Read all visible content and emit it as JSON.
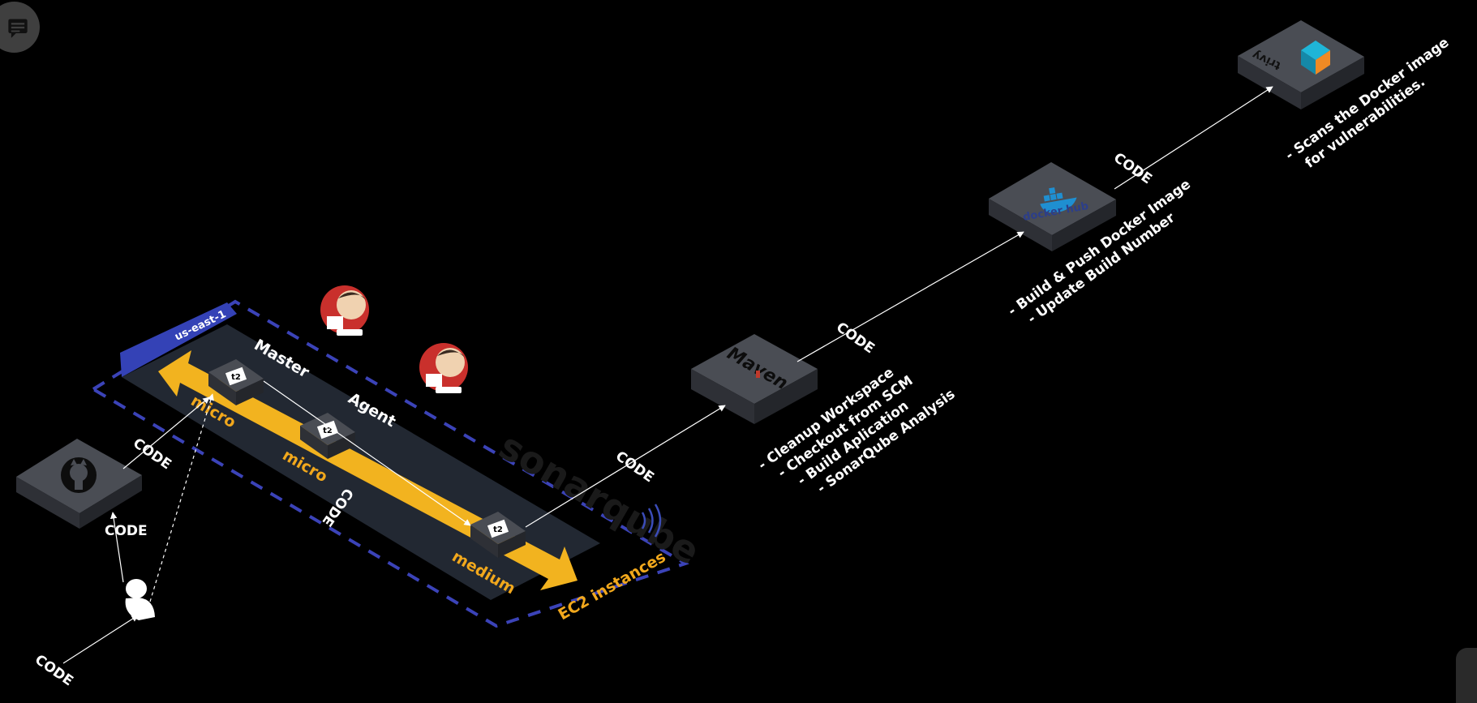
{
  "colors": {
    "background": "#000000",
    "node_top": "#4a4d54",
    "node_left": "#2e3036",
    "node_right": "#24262b",
    "region_dash": "#3b43b8",
    "region_tab": "#3442b6",
    "lane": "#222832",
    "arrow_gold": "#f2b31f",
    "instance_label": "#f2a81c",
    "text": "#ffffff",
    "edge": "#ffffff"
  },
  "region": {
    "label": "us-east-1"
  },
  "roles": {
    "master": "Master",
    "agent": "Agent"
  },
  "instances": [
    {
      "type_icon": "t2",
      "size": "micro"
    },
    {
      "type_icon": "t2",
      "size": "micro"
    },
    {
      "type_icon": "t2",
      "size": "medium"
    }
  ],
  "ec2_label": "EC2 instances",
  "sonarqube_watermark": "sonarqube",
  "edge_label": "CODE",
  "nodes": {
    "github": {
      "icon": "github-icon"
    },
    "maven": {
      "logo": "Maven"
    },
    "dockerhub": {
      "logo": "docker hub"
    },
    "trivy": {
      "logo": "trivy"
    }
  },
  "notes": {
    "maven": [
      "- Cleanup Workspace",
      "- Checkout from SCM",
      "- Build Aplication",
      "- SonarQube Analysis"
    ],
    "docker": [
      "- Build & Push Docker Image",
      "- Update Build Number"
    ],
    "trivy": [
      "- Scans the Docker image",
      "for vulnerabilities."
    ]
  }
}
